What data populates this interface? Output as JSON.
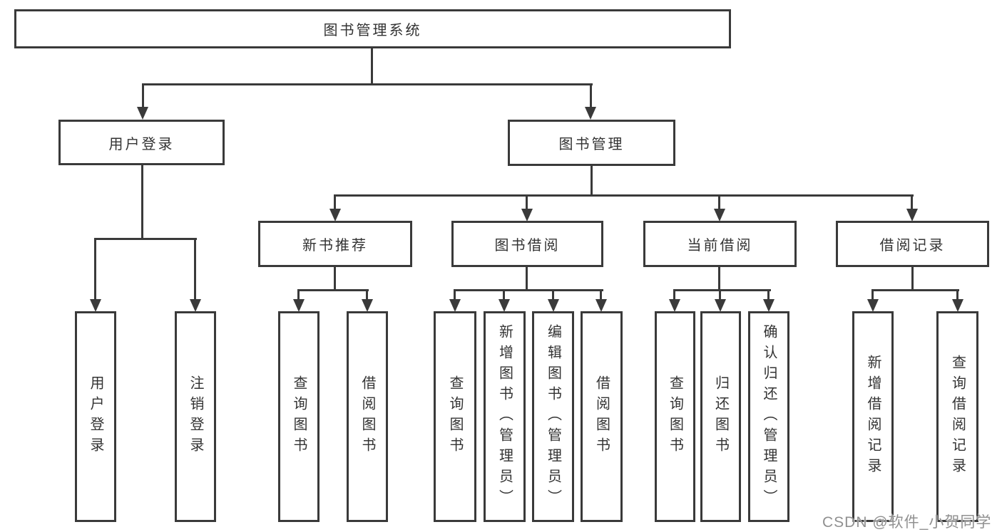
{
  "tree": {
    "root": {
      "label": "图书管理系统"
    },
    "branches": [
      {
        "label": "用户登录",
        "children": [
          {
            "label": "用户登录"
          },
          {
            "label": "注销登录"
          }
        ]
      },
      {
        "label": "图书管理",
        "children": [
          {
            "label": "新书推荐",
            "children": [
              {
                "label": "查询图书"
              },
              {
                "label": "借阅图书"
              }
            ]
          },
          {
            "label": "图书借阅",
            "children": [
              {
                "label": "查询图书"
              },
              {
                "label": "新增图书（管理员）"
              },
              {
                "label": "编辑图书（管理员）"
              },
              {
                "label": "借阅图书"
              }
            ]
          },
          {
            "label": "当前借阅",
            "children": [
              {
                "label": "查询图书"
              },
              {
                "label": "归还图书"
              },
              {
                "label": "确认归还（管理员）"
              }
            ]
          },
          {
            "label": "借阅记录",
            "children": [
              {
                "label": "新增借阅记录"
              },
              {
                "label": "查询借阅记录"
              }
            ]
          }
        ]
      }
    ]
  },
  "watermark": {
    "text": "CSDN @软件_小贺同学"
  },
  "colors": {
    "stroke": "#3a3a3a",
    "text": "#333333",
    "background": "#ffffff",
    "watermark": "#909090"
  }
}
